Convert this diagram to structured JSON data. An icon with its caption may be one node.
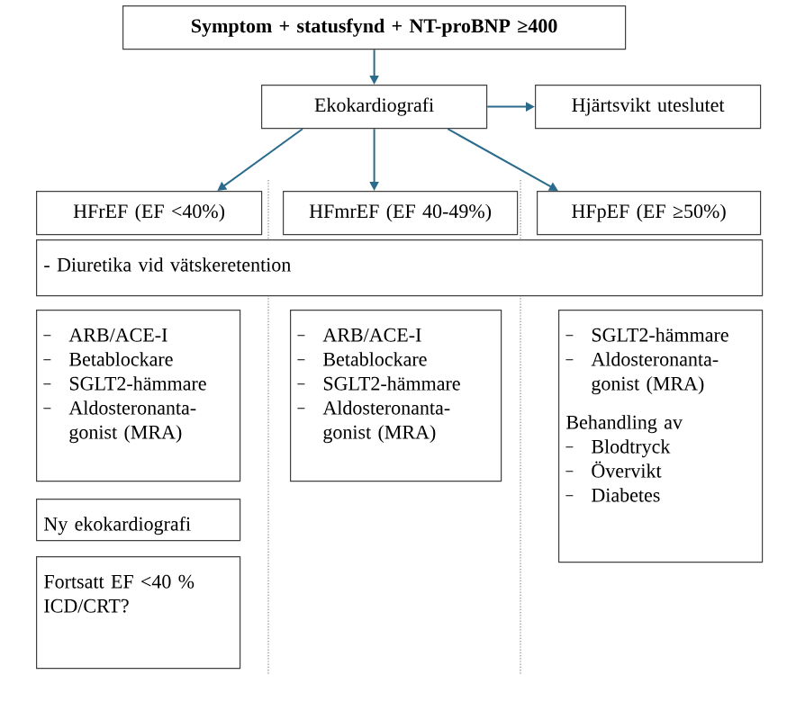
{
  "diagram": {
    "nodes": [
      {
        "text": [
          "Symptom + statusfynd + NT-proBNP ≥400"
        ]
      },
      {
        "text": [
          "Ekokardiografi"
        ]
      },
      {
        "text": [
          "Hjärtsvikt uteslutet"
        ]
      },
      {
        "text": [
          "HFrEF (EF <40%)"
        ]
      },
      {
        "text": [
          "HFmrEF (EF 40-49%)"
        ]
      },
      {
        "text": [
          "HFpEF (EF ≥50%)"
        ]
      },
      {
        "text": [
          "- Diuretika vid vätskeretention"
        ]
      },
      {
        "text": [
          "ARB/ACE-I",
          "Betablockare",
          "SGLT2-hämmare",
          "Aldosteronanta-gonist (MRA)"
        ]
      },
      {
        "text": [
          "ARB/ACE-I",
          "Betablockare",
          "SGLT2-hämmare",
          "Aldosteronanta-gonist (MRA)"
        ]
      },
      {
        "text": [
          "Ny ekokardiografi"
        ]
      },
      {
        "text": [
          "Fortsatt EF <40 %",
          "ICD/CRT?"
        ]
      },
      {
        "text": [
          "SGLT2-hämmare",
          "Aldosteronanta-gonist (MRA)",
          "Behandling av",
          "Blodtryck",
          "Övervikt",
          "Diabetes"
        ]
      }
    ],
    "edges": [
      {
        "from": 0,
        "to": 1,
        "arrow": "to"
      },
      {
        "from": 1,
        "to": 2,
        "arrow": "to"
      },
      {
        "from": 1,
        "to": 3,
        "arrow": "to"
      },
      {
        "from": 1,
        "to": 4,
        "arrow": "to"
      },
      {
        "from": 1,
        "to": 5,
        "arrow": "to"
      }
    ]
  }
}
